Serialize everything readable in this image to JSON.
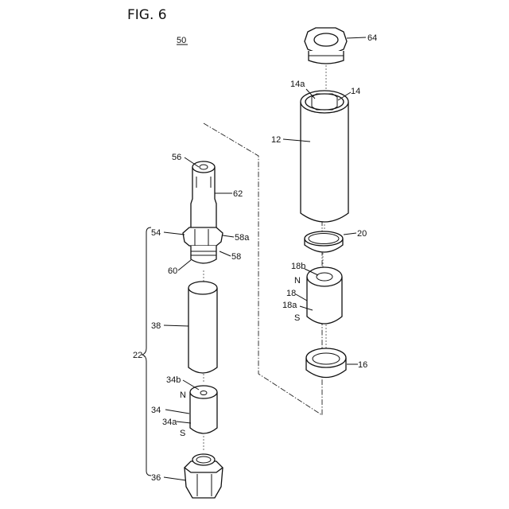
{
  "figure": {
    "title": "FIG. 6",
    "assembly_ref": "50"
  },
  "labels": {
    "l64": "64",
    "l14a": "14a",
    "l14": "14",
    "l12": "12",
    "l20": "20",
    "l18b": "18b",
    "lN1": "N",
    "l18": "18",
    "l18a": "18a",
    "lS1": "S",
    "l16": "16",
    "l56": "56",
    "l62": "62",
    "l54": "54",
    "l58a": "58a",
    "l58": "58",
    "l60": "60",
    "l38": "38",
    "l22": "22",
    "l34b": "34b",
    "lN2": "N",
    "l34": "34",
    "l34a": "34a",
    "lS2": "S",
    "l36": "36"
  }
}
